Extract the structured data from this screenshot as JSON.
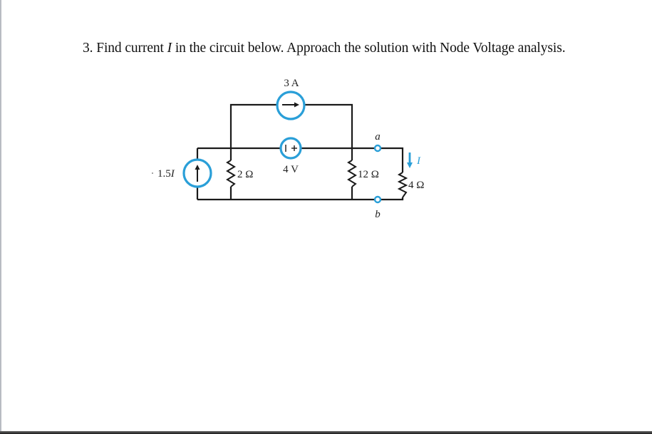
{
  "problem": {
    "number": "3.",
    "text_before": " Find current ",
    "variable": "I",
    "text_after": " in the circuit below. Approach the solution with Node Voltage analysis."
  },
  "circuit": {
    "current_source_top": {
      "label": "3 A",
      "direction": "right"
    },
    "voltage_source": {
      "label": "4 V",
      "polarity_left": "−",
      "polarity_right": "+"
    },
    "dependent_source": {
      "label_coef": "1.5",
      "label_var": "I",
      "direction": "up"
    },
    "resistors": [
      {
        "label": "2 Ω"
      },
      {
        "label": "12 Ω"
      },
      {
        "label": "4 Ω"
      }
    ],
    "nodes": {
      "a": "a",
      "b": "b"
    },
    "current_label": "I",
    "colors": {
      "accent": "#2a9fd8",
      "wire": "#1a1a1a"
    }
  }
}
